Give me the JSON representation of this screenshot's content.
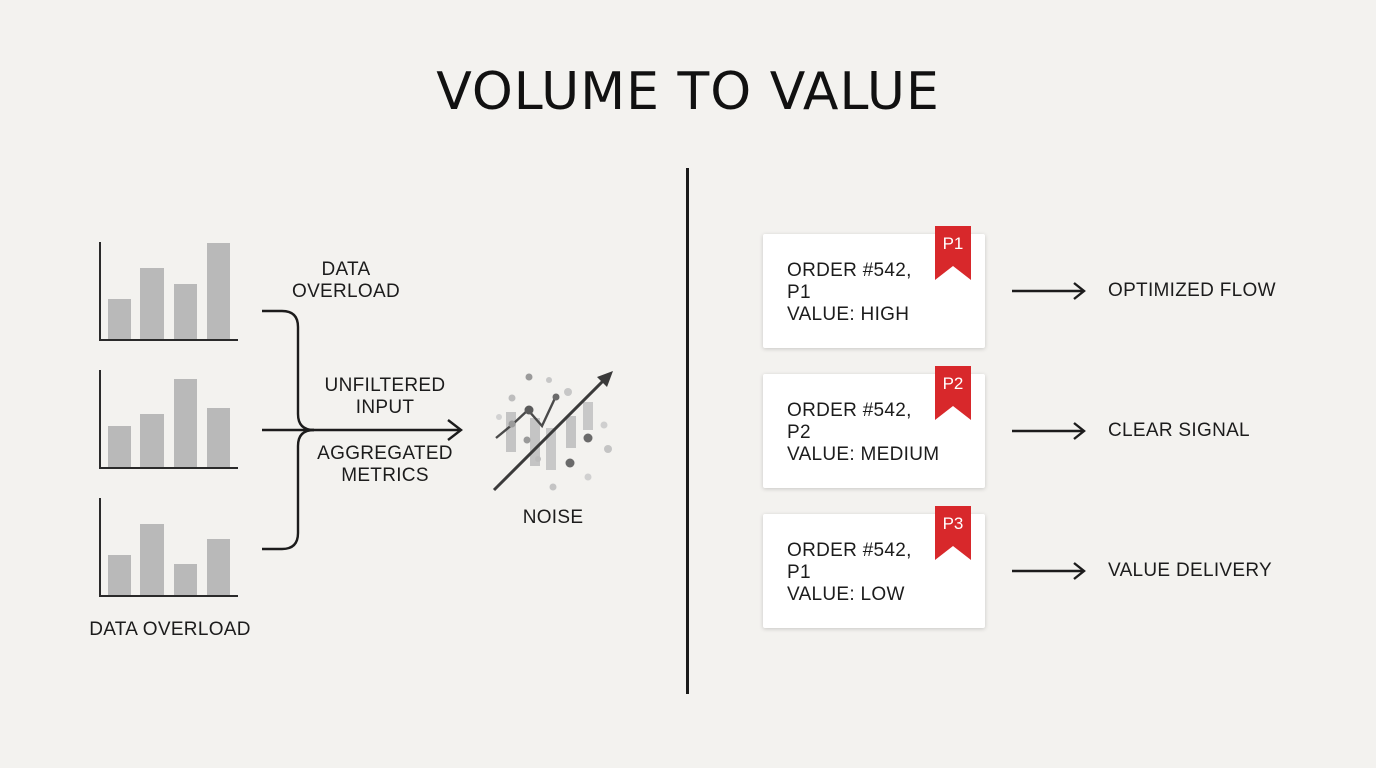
{
  "title": "VOLUME TO VALUE",
  "left": {
    "label_data_overload_top": [
      "DATA",
      "OVERLOAD"
    ],
    "label_unfiltered_input": [
      "UNFILTERED",
      "INPUT"
    ],
    "label_aggregated_metrics": [
      "AGGREGATED",
      "METRICS"
    ],
    "label_noise": "NOISE",
    "label_data_overload_bottom": "DATA OVERLOAD",
    "bar_color": "#b9b9b9",
    "axis_color": "#2a2a2a"
  },
  "cards": [
    {
      "line1": "ORDER #542,",
      "line2": "P1",
      "line3": "VALUE: HIGH",
      "flag": "P1",
      "outcome": "OPTIMIZED FLOW"
    },
    {
      "line1": "ORDER #542,",
      "line2": "P2",
      "line3": "VALUE: MEDIUM",
      "flag": "P2",
      "outcome": "CLEAR SIGNAL"
    },
    {
      "line1": "ORDER #542,",
      "line2": "P1",
      "line3": "VALUE: LOW",
      "flag": "P3",
      "outcome": "VALUE DELIVERY"
    }
  ],
  "colors": {
    "flag_red": "#d8282b",
    "background": "#f3f2ef"
  }
}
